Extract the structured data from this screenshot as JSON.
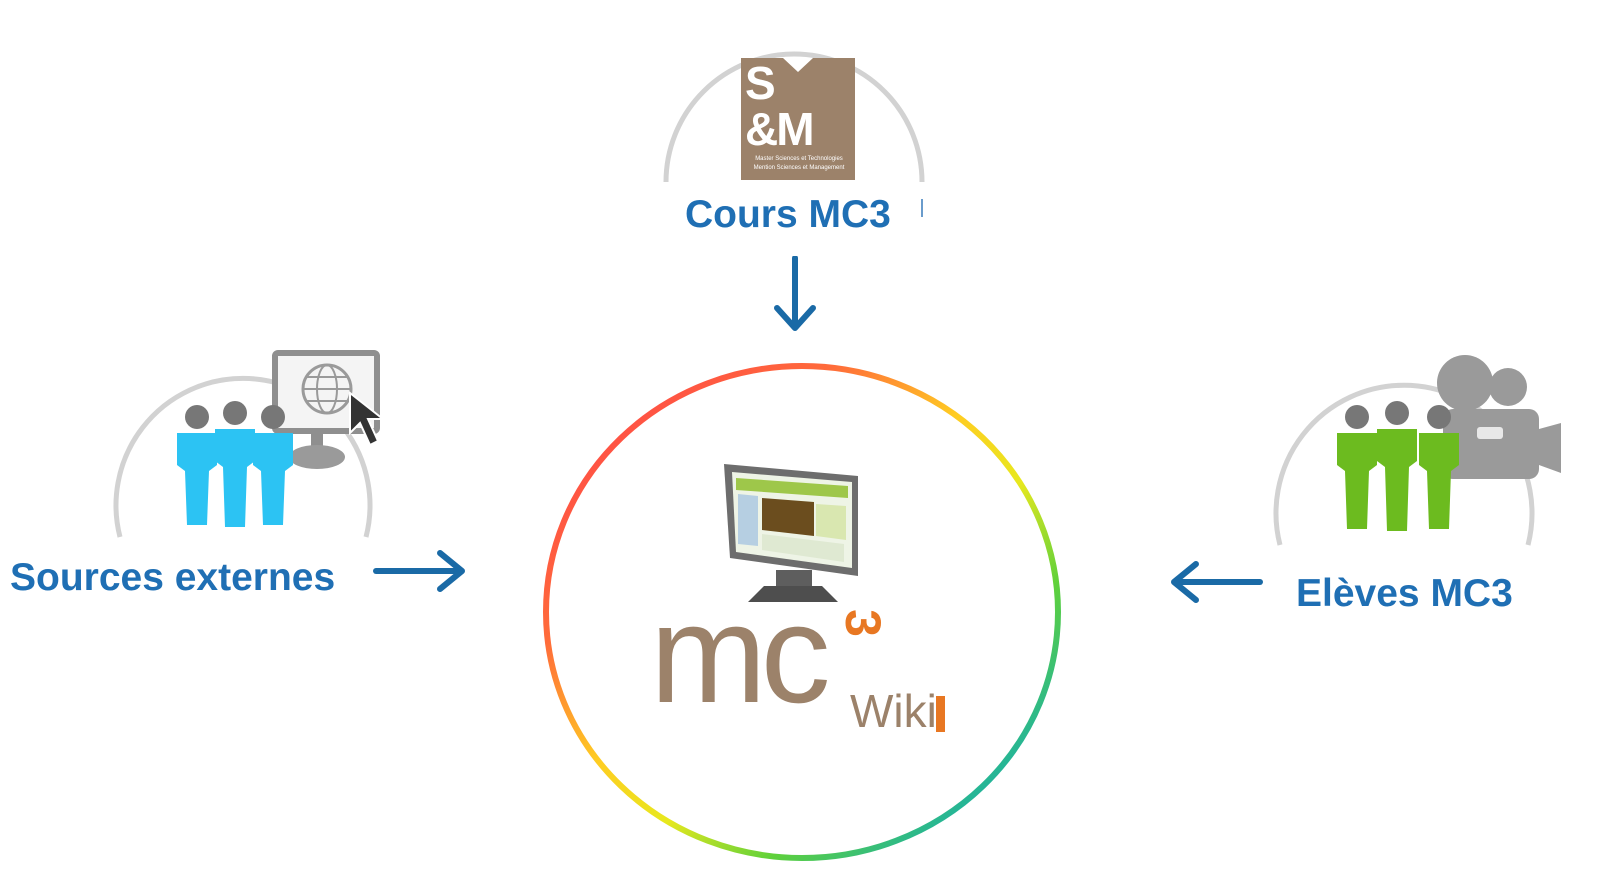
{
  "top": {
    "logo": {
      "letters_top": "S",
      "letters_mid": "&M",
      "line1": "Master Sciences et Technologies",
      "line2": "Mention Sciences et Management"
    },
    "label": "Cours MC3"
  },
  "left": {
    "label": "Sources externes"
  },
  "right": {
    "label": "Elèves MC3"
  },
  "center": {
    "logo_main": "mc",
    "logo_super": "3",
    "logo_wiki": "Wiki"
  },
  "colors": {
    "label_blue": "#1f6fb4",
    "arrow_blue": "#1a6aa6",
    "people_cyan": "#2cc3f3",
    "people_green": "#6cbb1f",
    "grey": "#8f8f8f",
    "logo_brown": "#9c826a",
    "wiki_orange": "#e87722"
  }
}
